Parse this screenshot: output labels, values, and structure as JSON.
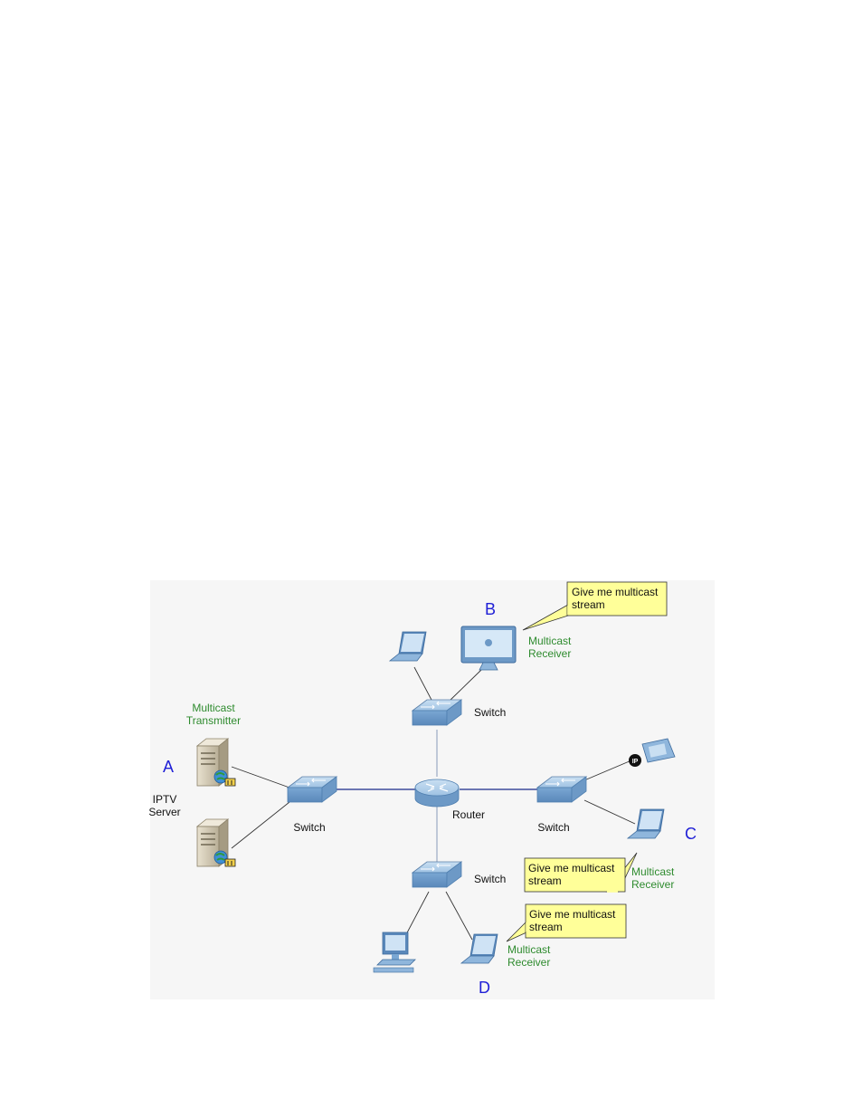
{
  "nodes": {
    "a_letter": "A",
    "b_letter": "B",
    "c_letter": "C",
    "d_letter": "D",
    "iptv_server": [
      "IPTV",
      "Server"
    ],
    "transmitter": [
      "Multicast",
      "Transmitter"
    ],
    "router": "Router",
    "switch_left": "Switch",
    "switch_top": "Switch",
    "switch_right": "Switch",
    "switch_bottom": "Switch",
    "phone_badge": "IP"
  },
  "receivers": {
    "b": [
      "Multicast",
      "Receiver"
    ],
    "c": [
      "Multicast",
      "Receiver"
    ],
    "d": [
      "Multicast",
      "Receiver"
    ]
  },
  "callouts": {
    "b": [
      "Give me multicast",
      "stream"
    ],
    "c": [
      "Give me multicast",
      "stream"
    ],
    "d": [
      "Give me multicast",
      "stream"
    ]
  },
  "colors": {
    "background_panel": "#f6f6f6",
    "device_blue": "#8fb6dc",
    "device_blue_dark": "#4f7fb0",
    "link_core": "#1a2a8a",
    "link_edge": "#333333",
    "callout_fill": "#ffff99",
    "role_text": "#2e8b2e",
    "letter_text": "#1f1fd6"
  }
}
